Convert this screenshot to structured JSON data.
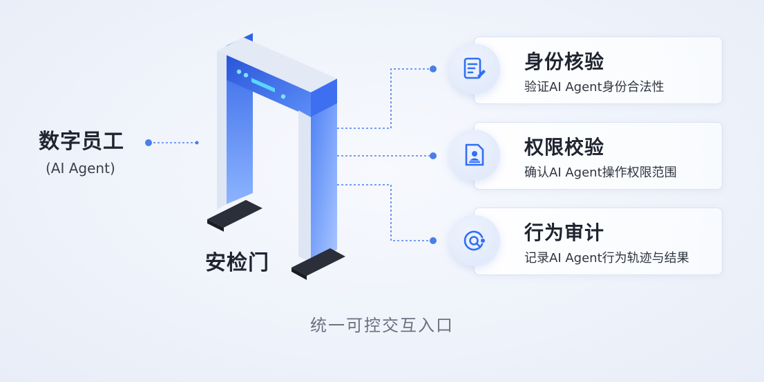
{
  "agent": {
    "title": "数字员工",
    "subtitle": "(AI Agent)"
  },
  "gate": {
    "label": "安检门"
  },
  "checks": [
    {
      "title": "身份核验",
      "desc": "验证AI Agent身份合法性",
      "icon": "document-edit-icon"
    },
    {
      "title": "权限校验",
      "desc": "确认AI Agent操作权限范围",
      "icon": "user-document-icon"
    },
    {
      "title": "行为审计",
      "desc": "记录AI Agent行为轨迹与结果",
      "icon": "search-audit-icon"
    }
  ],
  "footer": "统一可控交互入口",
  "colors": {
    "accent": "#2f6ff5",
    "dot": "#4a7ee8",
    "gate_dark": "#1e4fd6",
    "gate_light": "#6fa0ff",
    "gate_side": "#d9e2f2",
    "base": "#2b2f3a"
  }
}
